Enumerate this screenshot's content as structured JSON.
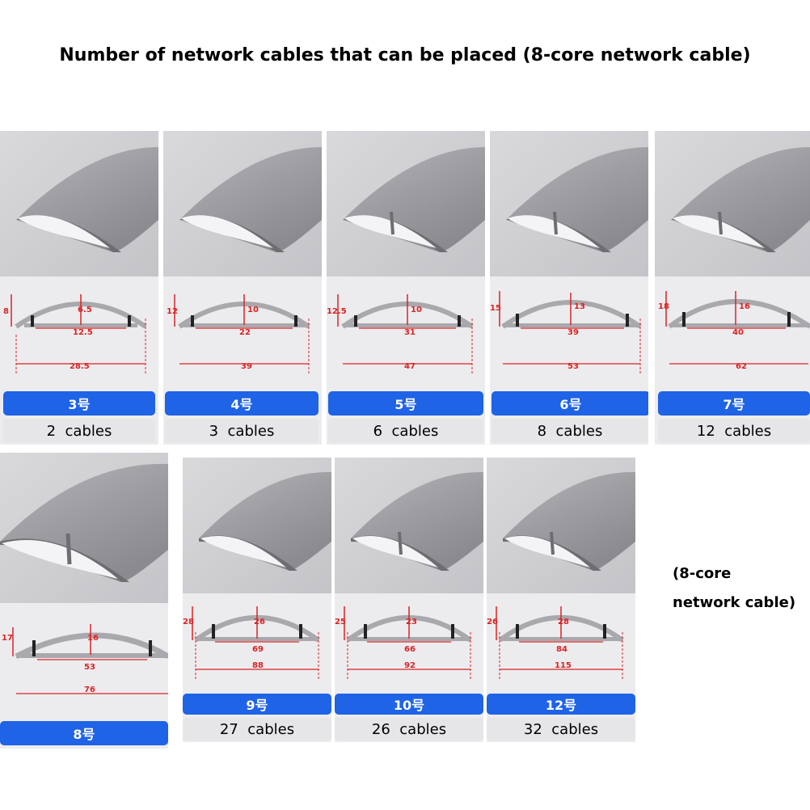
{
  "title": "Number of network cables that can be placed (8-core network cable)",
  "note": {
    "line1": "(8-core",
    "line2": "network cable)"
  },
  "colors": {
    "pill_blue": "#1f63e6",
    "dimension_red": "#d22222",
    "profile_grey": "#a8a8ad"
  },
  "row1": [
    {
      "model": "3号",
      "cables": "2  cables",
      "height": "8",
      "inner_height": "6.5",
      "inner_width": "12.5",
      "width": "28.5",
      "channels": 1
    },
    {
      "model": "4号",
      "cables": "3  cables",
      "height": "12",
      "inner_height": "10",
      "inner_width": "22",
      "width": "39",
      "channels": 1
    },
    {
      "model": "5号",
      "cables": "6  cables",
      "height": "12.5",
      "inner_height": "10",
      "inner_width": "31",
      "width": "47",
      "channels": 2
    },
    {
      "model": "6号",
      "cables": "8  cables",
      "height": "15",
      "inner_height": "13",
      "inner_width": "39",
      "width": "53",
      "channels": 2
    },
    {
      "model": "7号",
      "cables": "12  cables",
      "height": "18",
      "inner_height": "16",
      "inner_width": "40",
      "width": "62",
      "channels": 2
    }
  ],
  "row2": [
    {
      "model": "8号",
      "height": "17",
      "inner_height": "16",
      "inner_width": "53",
      "width": "76",
      "channels": 2
    },
    {
      "model": "9号",
      "cables": "27  cables",
      "height": "28",
      "inner_height": "26",
      "inner_width": "69",
      "width": "88",
      "channels": 1
    },
    {
      "model": "10号",
      "cables": "26  cables",
      "height": "25",
      "inner_height": "23",
      "inner_width": "66",
      "width": "92",
      "channels": 2
    },
    {
      "model": "12号",
      "cables": "32  cables",
      "height": "26",
      "inner_height": "28",
      "inner_width": "84",
      "width": "115",
      "channels": 2
    }
  ]
}
